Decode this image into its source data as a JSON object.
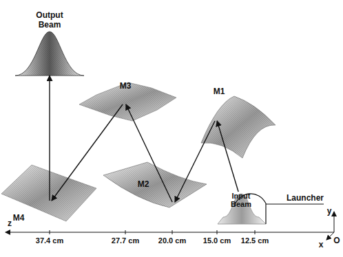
{
  "diagram": {
    "nodes": [
      {
        "text": [
          "Input Beam"
        ]
      },
      {
        "text": [
          "M1"
        ]
      },
      {
        "text": [
          "M2"
        ]
      },
      {
        "text": [
          "M3"
        ]
      },
      {
        "text": [
          "M4"
        ]
      },
      {
        "text": [
          "Output Beam"
        ]
      }
    ],
    "edges": [
      {
        "from": 0,
        "to": 1,
        "arrow": "to"
      },
      {
        "from": 1,
        "to": 2,
        "arrow": "to"
      },
      {
        "from": 2,
        "to": 3,
        "arrow": "to"
      },
      {
        "from": 3,
        "to": 4,
        "arrow": "to"
      },
      {
        "from": 4,
        "to": 5,
        "arrow": "to"
      }
    ],
    "labels": [
      "Launcher",
      "z",
      "37.4 cm",
      "27.7 cm",
      "20.0 cm",
      "15.0 cm",
      "12.5 cm",
      "y",
      "x",
      "O"
    ]
  }
}
